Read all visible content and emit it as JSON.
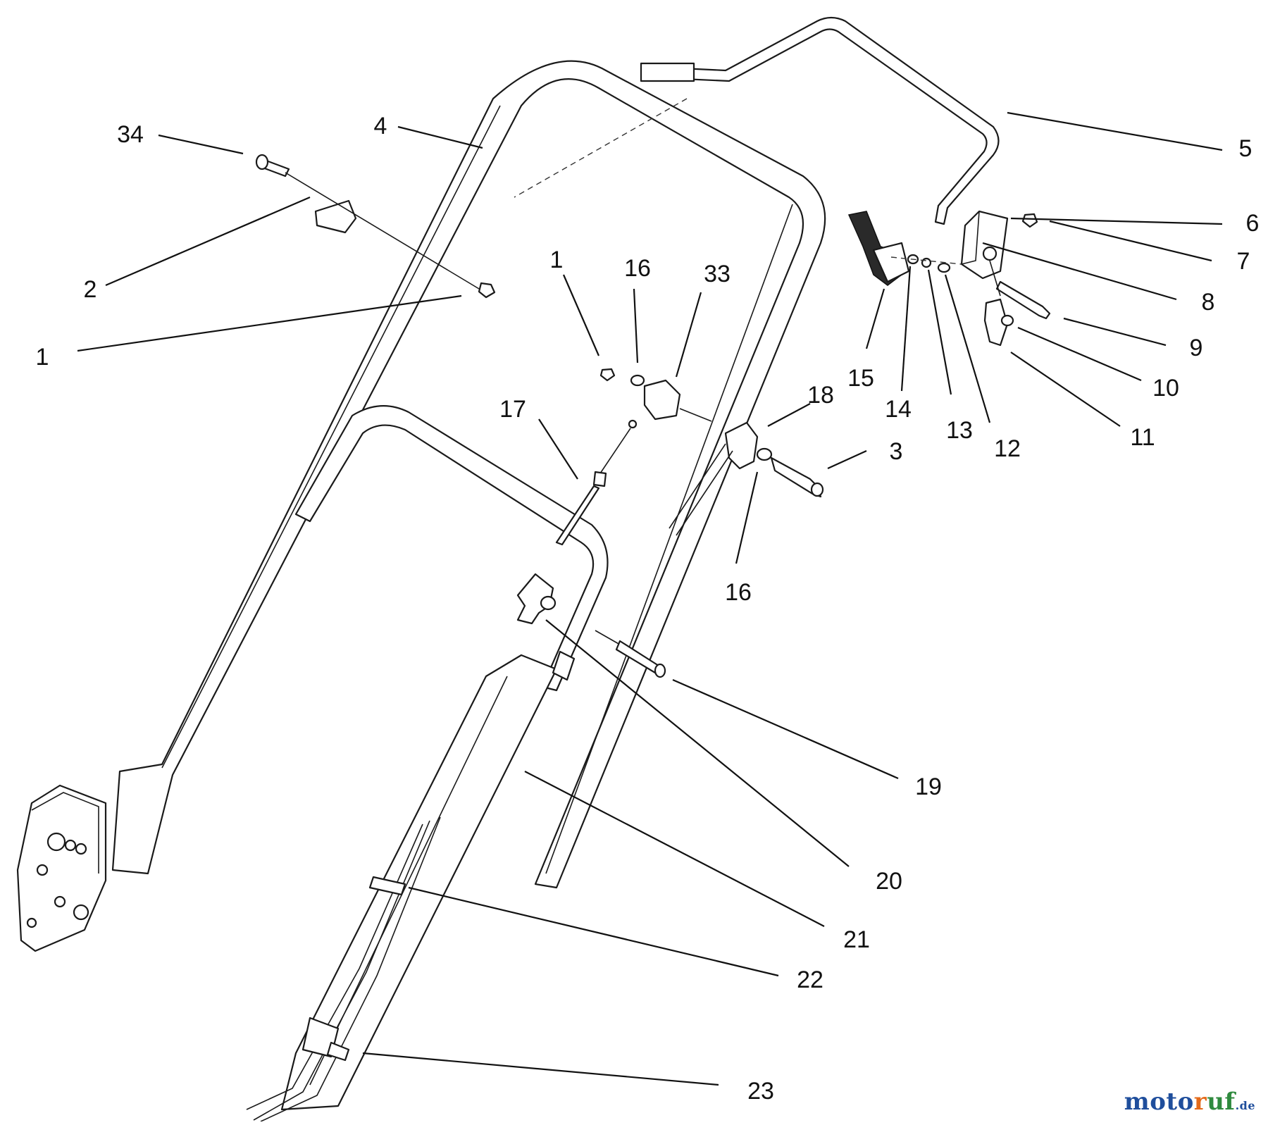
{
  "callouts": [
    {
      "id": "c34",
      "text": "34"
    },
    {
      "id": "c4",
      "text": "4"
    },
    {
      "id": "c5",
      "text": "5"
    },
    {
      "id": "c2",
      "text": "2"
    },
    {
      "id": "c1a",
      "text": "1"
    },
    {
      "id": "c1b",
      "text": "1"
    },
    {
      "id": "c16a",
      "text": "16"
    },
    {
      "id": "c33",
      "text": "33"
    },
    {
      "id": "c6",
      "text": "6"
    },
    {
      "id": "c7",
      "text": "7"
    },
    {
      "id": "c8",
      "text": "8"
    },
    {
      "id": "c9",
      "text": "9"
    },
    {
      "id": "c10",
      "text": "10"
    },
    {
      "id": "c11",
      "text": "11"
    },
    {
      "id": "c15",
      "text": "15"
    },
    {
      "id": "c14",
      "text": "14"
    },
    {
      "id": "c13",
      "text": "13"
    },
    {
      "id": "c12",
      "text": "12"
    },
    {
      "id": "c17",
      "text": "17"
    },
    {
      "id": "c18",
      "text": "18"
    },
    {
      "id": "c3",
      "text": "3"
    },
    {
      "id": "c16b",
      "text": "16"
    },
    {
      "id": "c19",
      "text": "19"
    },
    {
      "id": "c20",
      "text": "20"
    },
    {
      "id": "c21",
      "text": "21"
    },
    {
      "id": "c22",
      "text": "22"
    },
    {
      "id": "c23",
      "text": "23"
    }
  ],
  "watermark": {
    "part1": "moto",
    "part2": "r",
    "part3": "uf",
    "suffix": ".de"
  }
}
